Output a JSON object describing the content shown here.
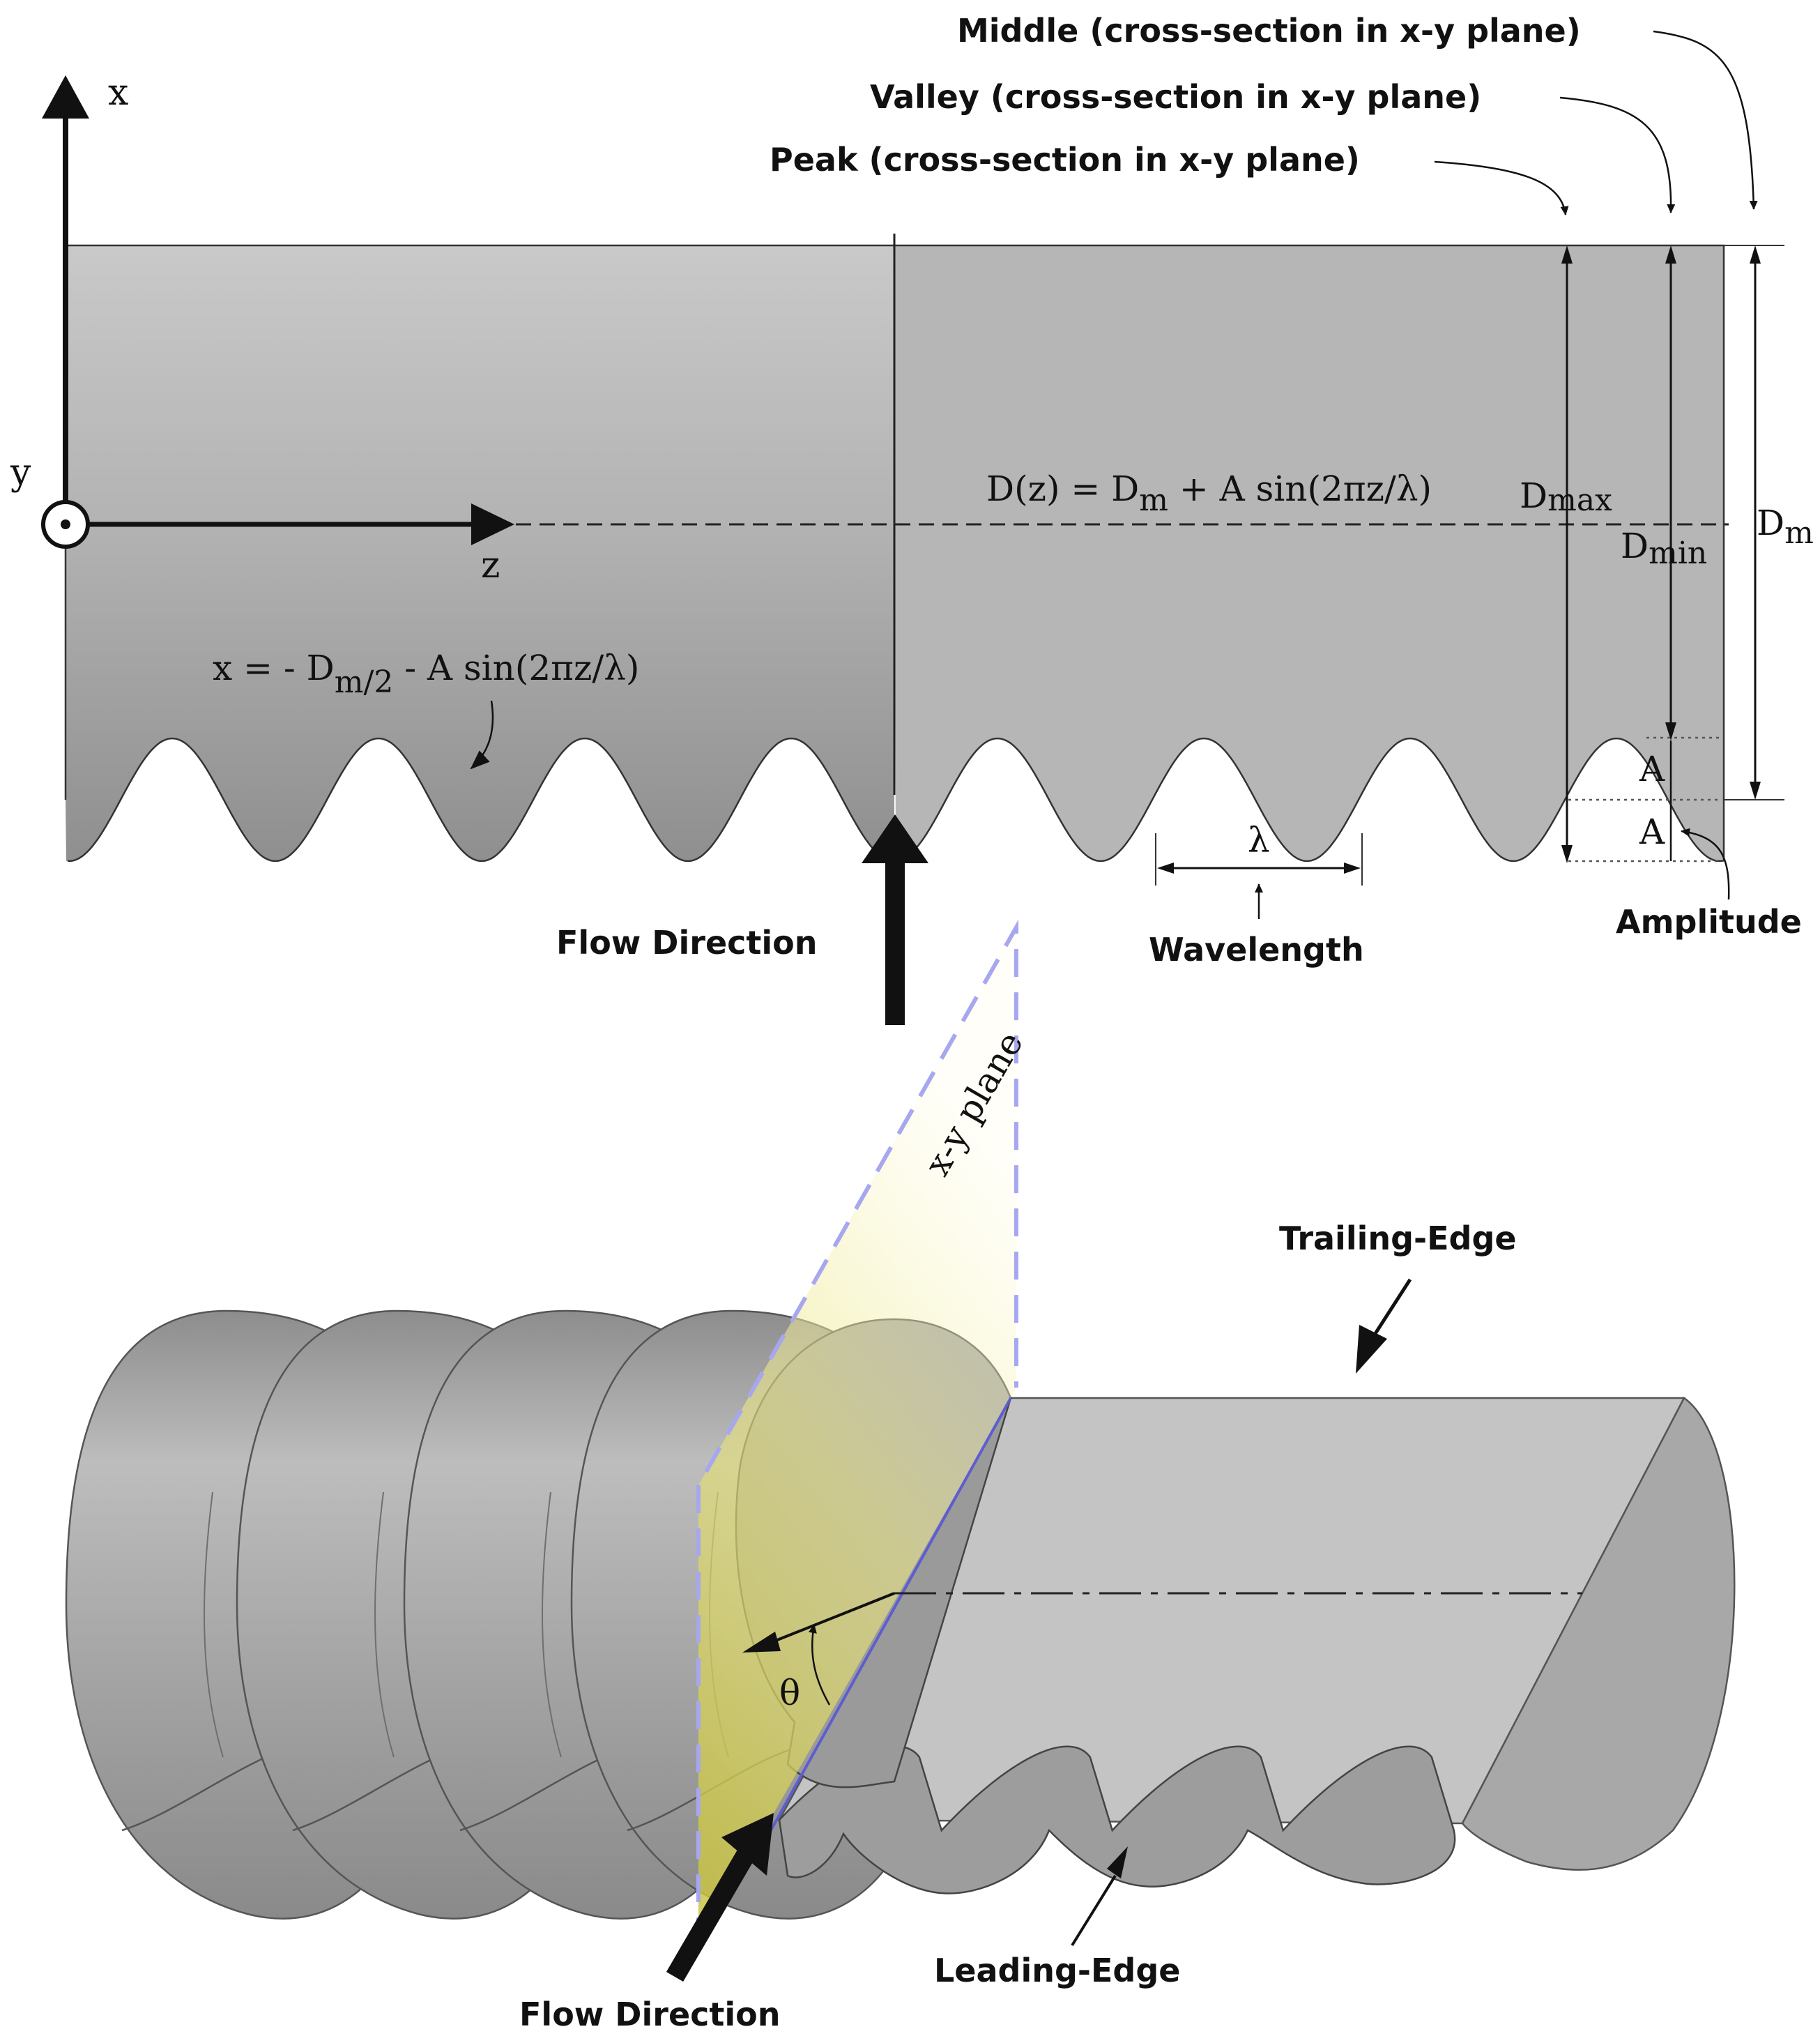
{
  "labels": {
    "middle": "Middle (cross-section in x-y plane)",
    "valley": "Valley (cross-section in x-y plane)",
    "peak": "Peak (cross-section in x-y plane)",
    "flow_top": "Flow Direction",
    "wavelength": "Wavelength",
    "amplitude": "Amplitude",
    "trailing_edge": "Trailing-Edge",
    "leading_edge": "Leading-Edge",
    "flow_bottom": "Flow Direction",
    "plane": "x-y plane"
  },
  "axes": {
    "x": "x",
    "y": "y",
    "z": "z"
  },
  "equations": {
    "diameter": {
      "lhs": "D(z) = D",
      "sub": "m",
      "rhs": " + A sin(2πz/λ)"
    },
    "surface": {
      "lhs": "x = - D",
      "sub": "m/2",
      "rhs": " - A sin(2πz/λ)"
    }
  },
  "symbols": {
    "d_max": {
      "base": "D",
      "sub": "max"
    },
    "d_min": {
      "base": "D",
      "sub": "min"
    },
    "d_m": {
      "base": "D",
      "sub": "m"
    },
    "lambda": "λ",
    "amp_upper": "A",
    "amp_lower": "A",
    "theta": "θ"
  },
  "colors": {
    "body_fill": "#b8b8b8",
    "body_dark": "#8e8e8e",
    "plane_fill": "#e6e27a",
    "plane_dash": "#9c9ce6",
    "ink": "#111111"
  }
}
